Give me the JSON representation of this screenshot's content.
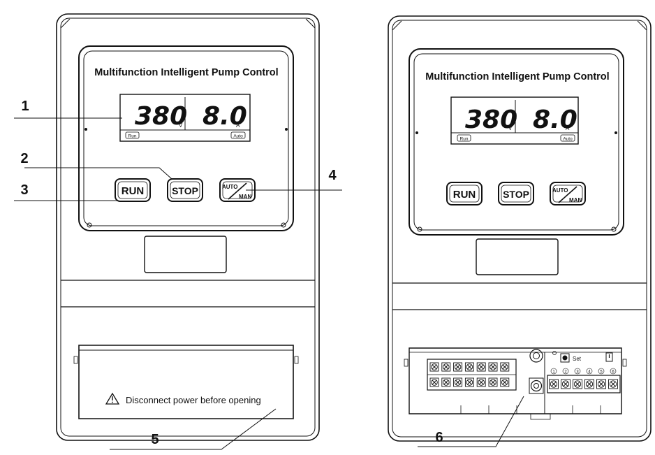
{
  "device": {
    "title": "Multifunction Intelligent Pump Control",
    "voltage": "380",
    "voltage_unit": "V",
    "current": "8.0",
    "current_unit": "A",
    "run_indicator": "Run",
    "auto_indicator": "Auto",
    "run_button": "RUN",
    "stop_button": "STOP",
    "auto_label": "AUTO",
    "man_label": "MAN",
    "warning_text": "Disconnect power before opening",
    "set_label": "Set"
  },
  "callouts": {
    "c1": "1",
    "c2": "2",
    "c3": "3",
    "c4": "4",
    "c5": "5",
    "c6": "6"
  },
  "terminals": [
    "1",
    "2",
    "3",
    "4",
    "5",
    "6"
  ]
}
